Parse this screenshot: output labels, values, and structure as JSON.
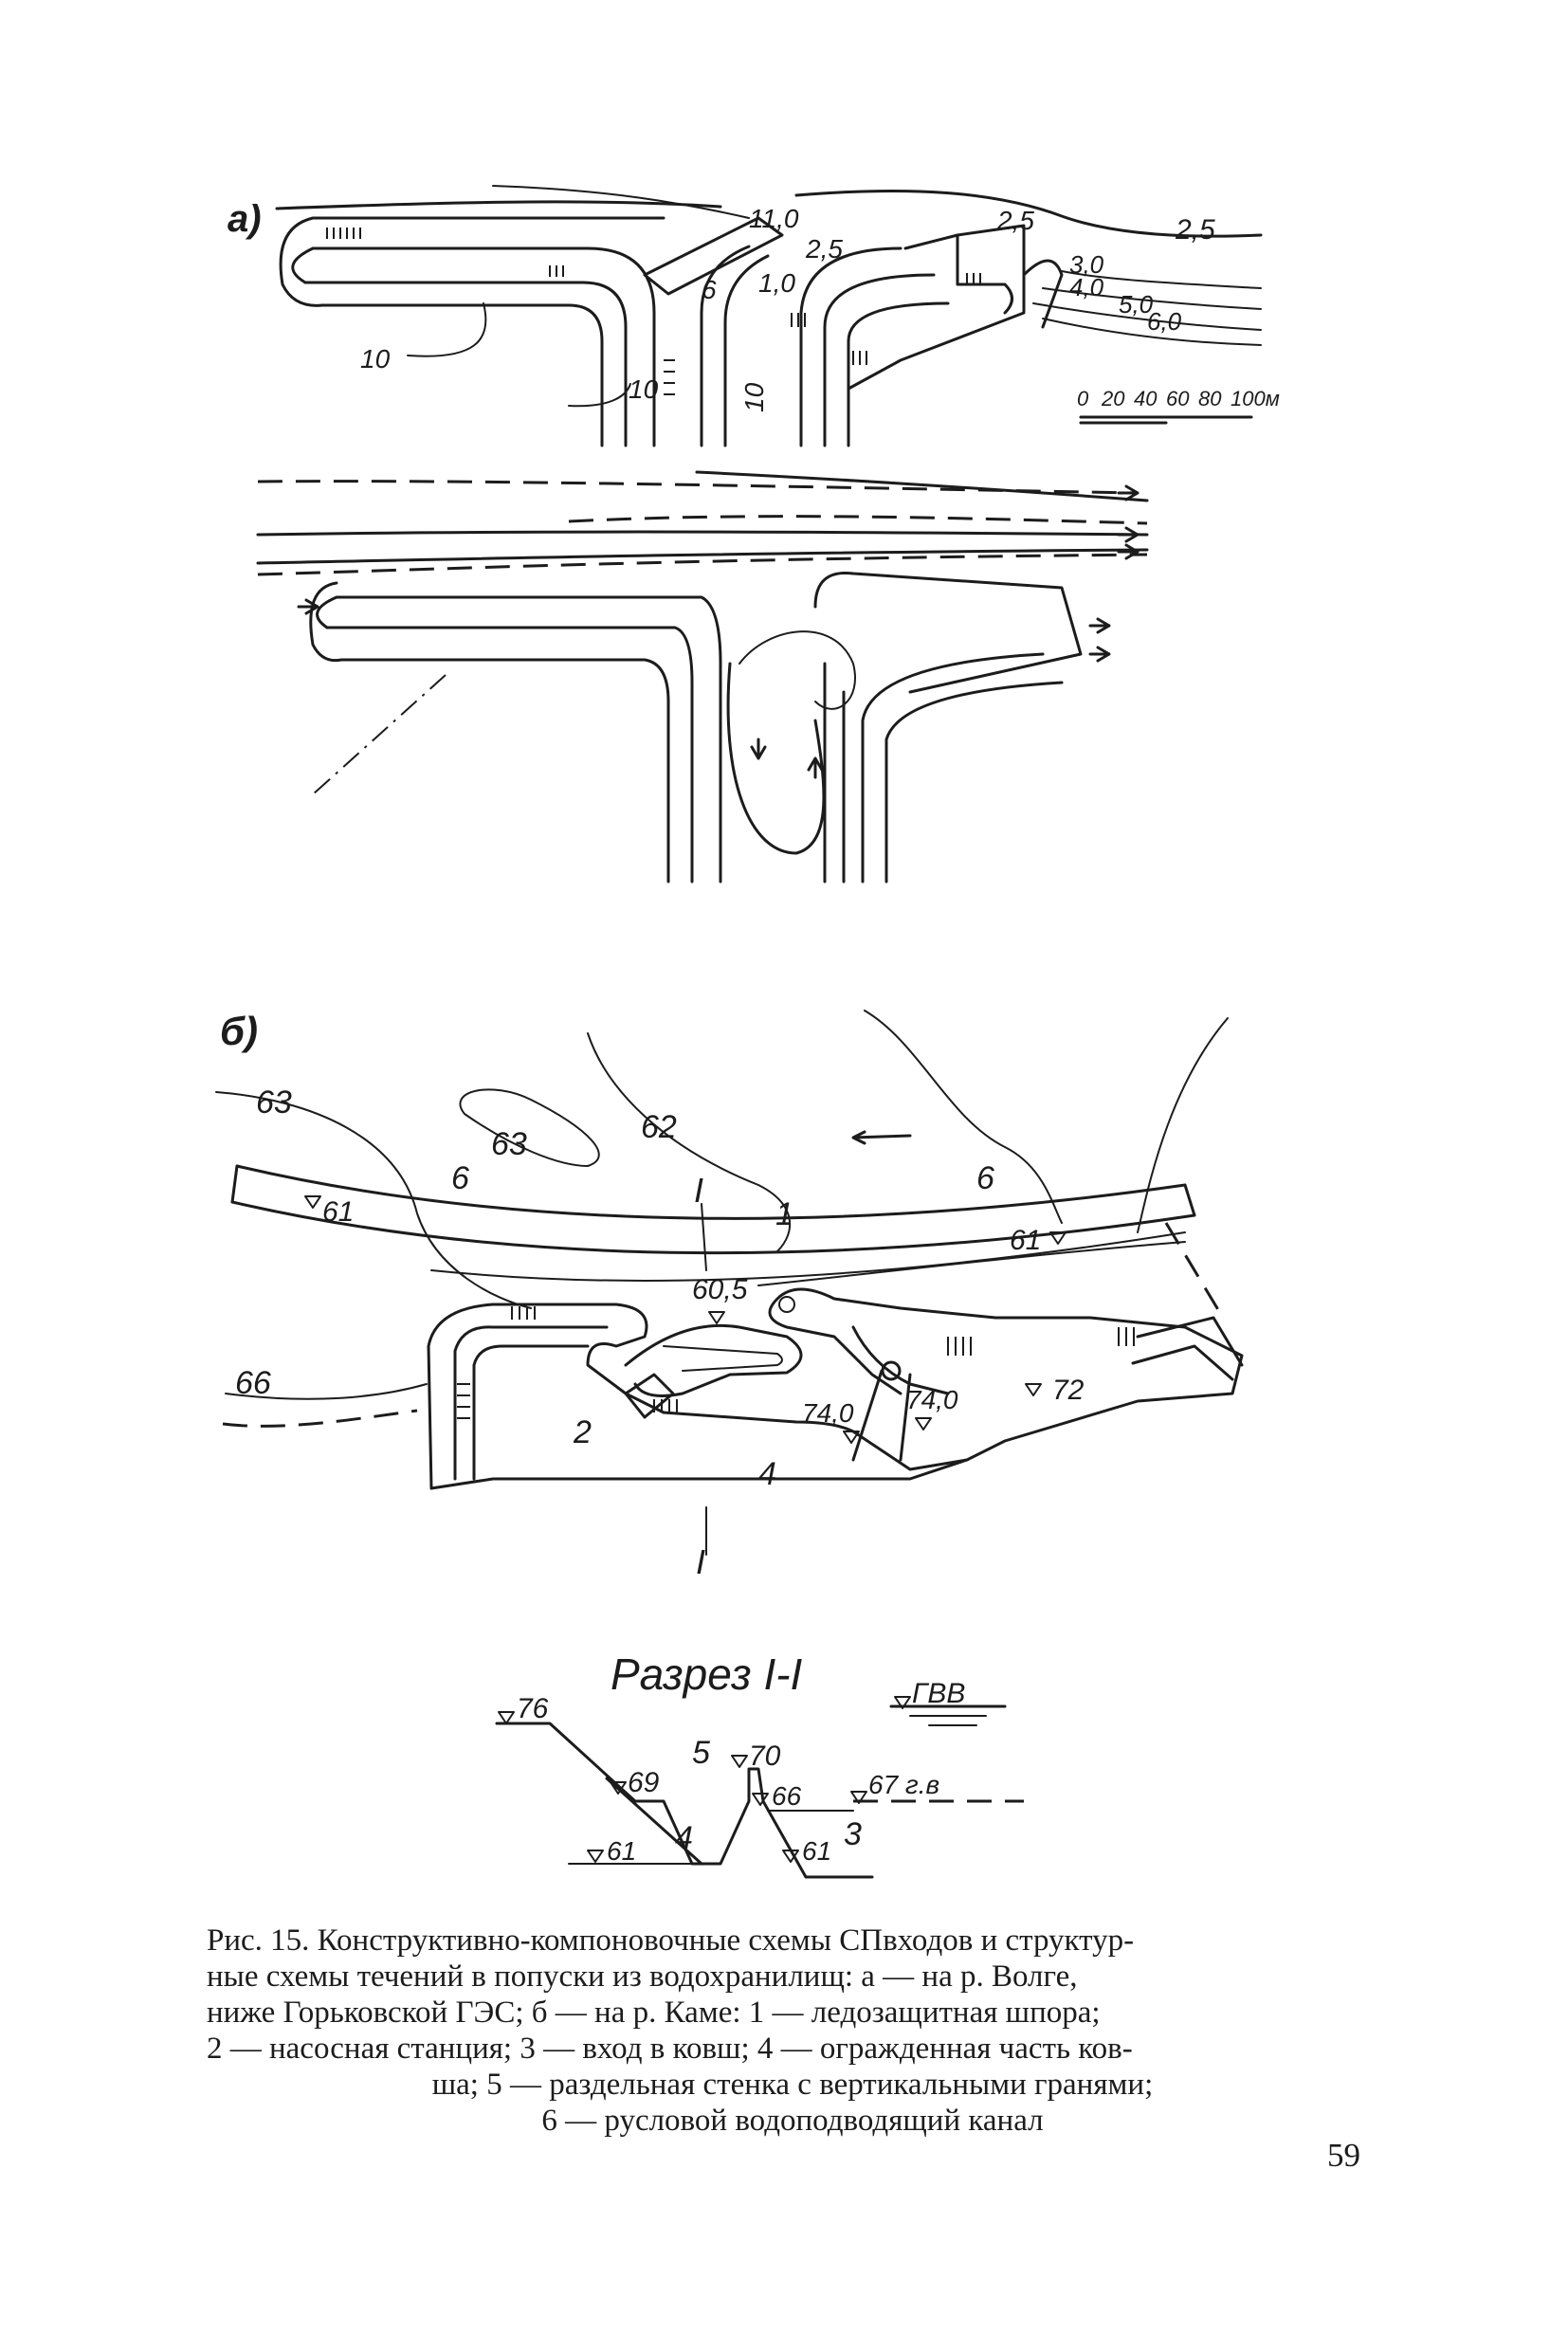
{
  "panel_a": {
    "label": "а)",
    "contours": [
      "2,5",
      "3,0",
      "4,0",
      "5,0",
      "6,0",
      "2,5"
    ],
    "depth_marks": [
      "11,0",
      "2,5",
      "1,0",
      "6",
      "10",
      "10",
      "10"
    ],
    "scale": {
      "ticks": [
        "0",
        "20",
        "40",
        "60",
        "80",
        "100м"
      ]
    }
  },
  "panel_b": {
    "label": "б)",
    "contours": [
      "63",
      "63",
      "62",
      "66"
    ],
    "marks": [
      "61",
      "61",
      "60,5",
      "74,0",
      "74,0",
      "72"
    ],
    "callouts": [
      "6",
      "6",
      "1",
      "2",
      "4"
    ],
    "section_marks": [
      "I",
      "I"
    ]
  },
  "section": {
    "title": "Разрез I-I",
    "levels": [
      "76",
      "ГВВ",
      "69",
      "70",
      "66",
      "67 г.в",
      "61",
      "61"
    ],
    "numbers": [
      "5",
      "4",
      "3"
    ]
  },
  "caption": {
    "line1": "Рис. 15. Конструктивно-компоновочные схемы СПвходов и структур-",
    "line2": "ные схемы течений в попуски из водохранилищ: а — на р. Волге,",
    "line3": "ниже Горьковской ГЭС; б — на р. Каме: 1 — ледозащитная шпора;",
    "line4": "2 — насосная станция; 3 — вход в ковш; 4 — огражденная часть ков-",
    "line5": "ша; 5 — раздельная стенка с вертикальными гранями;",
    "line6": "6 — русловой водоподводящий канал"
  },
  "page_number": "59"
}
